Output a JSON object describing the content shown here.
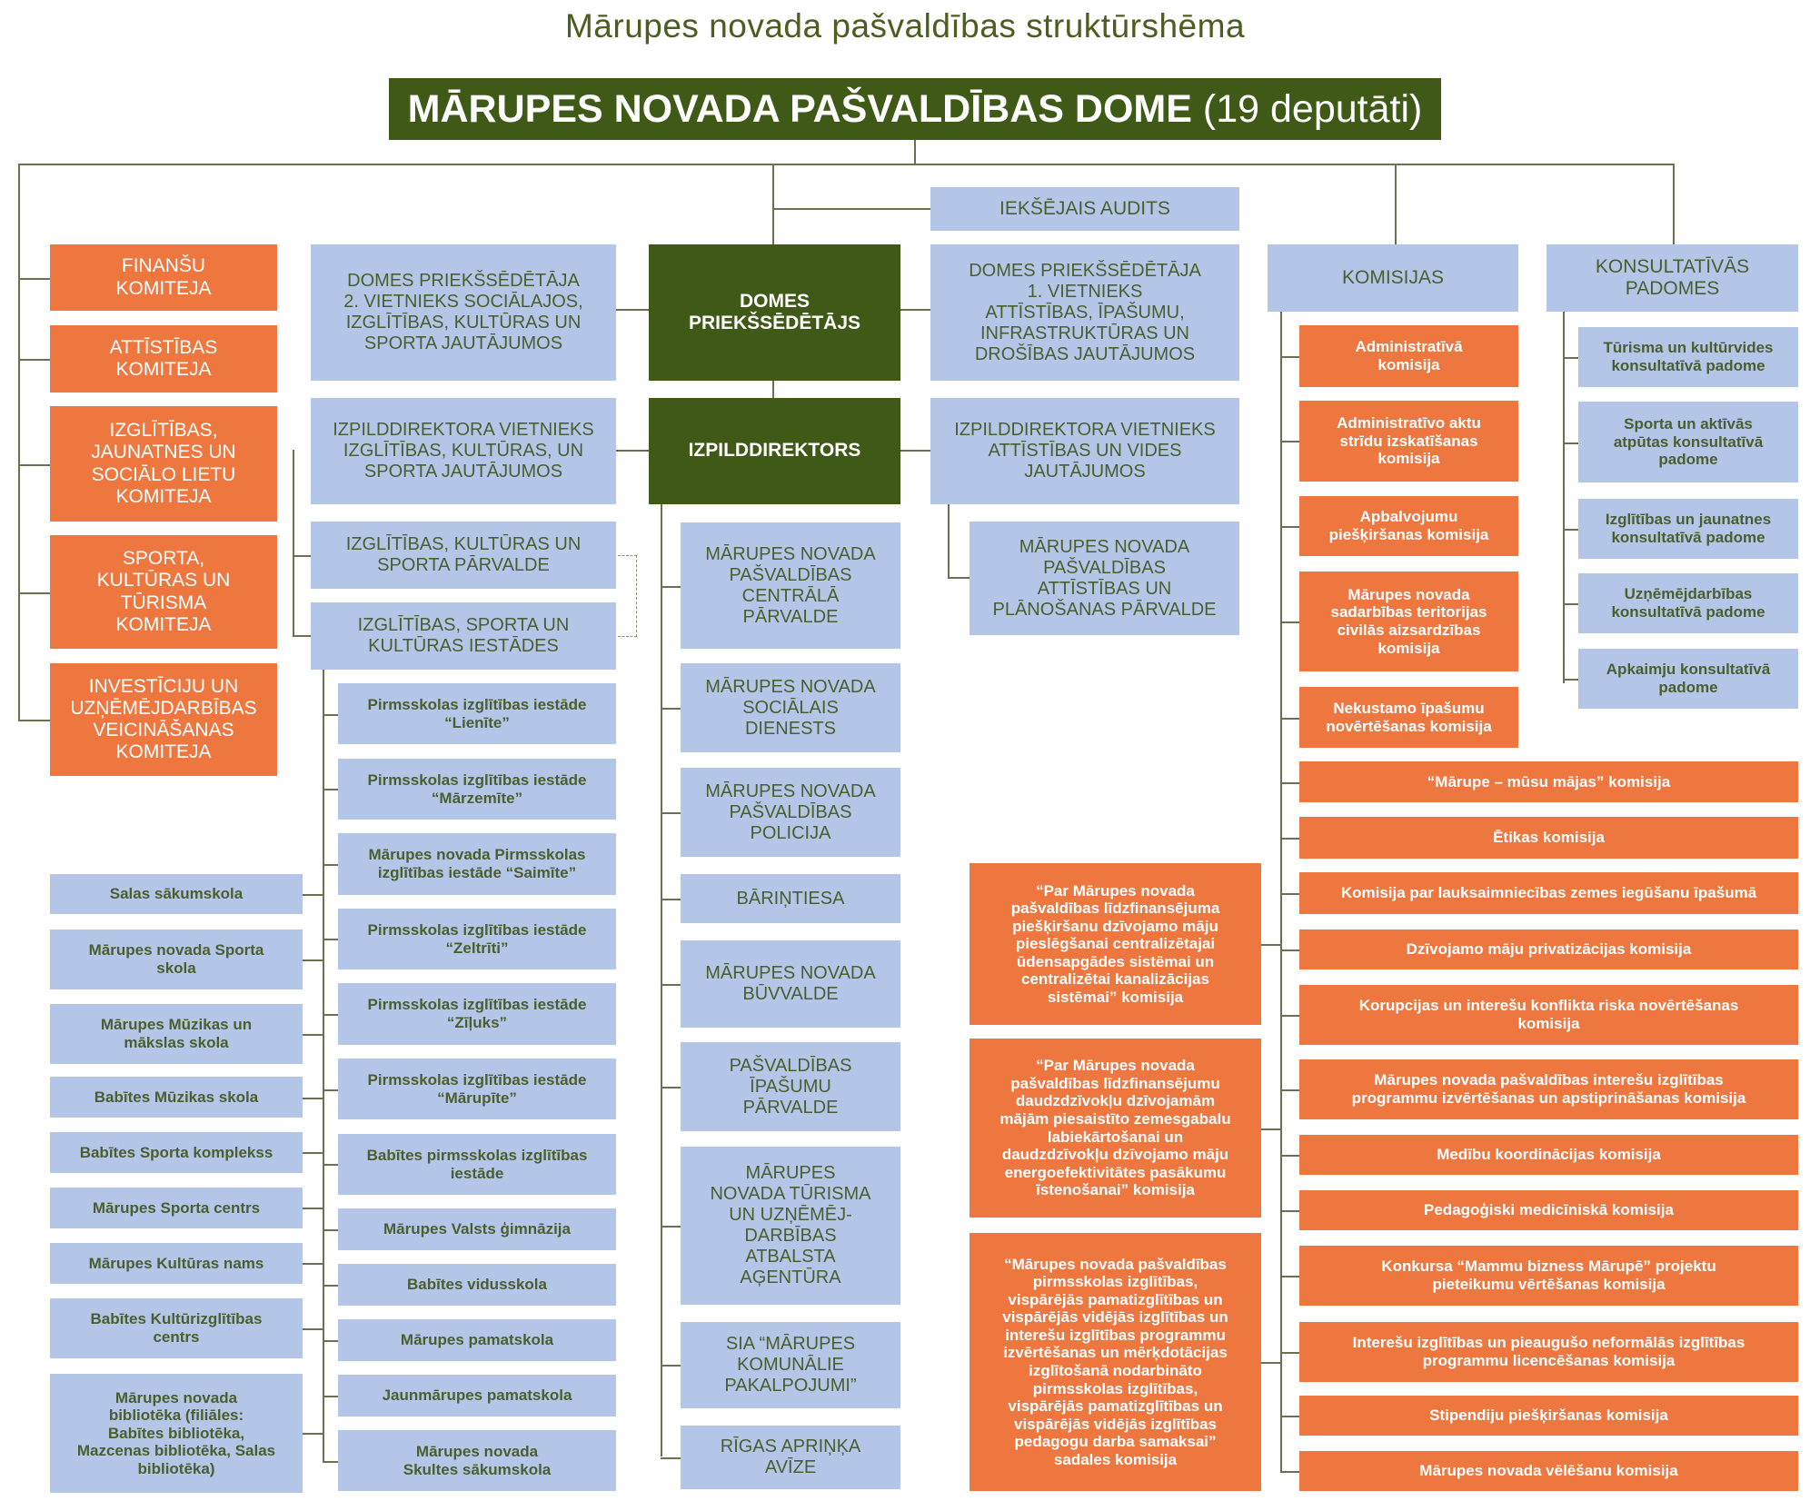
{
  "title": "Mārupes novada pašvaldības struktūrshēma",
  "dome": {
    "name": "MĀRUPES NOVADA PAŠVALDĪBAS DOME",
    "members": "(19 deputāti)"
  },
  "colors": {
    "dark_green": "#3f5a17",
    "orange": "#ee763f",
    "light_blue": "#b4c6e7"
  },
  "committees": [
    "FINANŠU\nKOMITEJA",
    "ATTĪSTĪBAS\nKOMITEJA",
    "IZGLĪTĪBAS,\nJAUNATNES UN\nSOCIĀLO LIETU\nKOMITEJA",
    "SPORTA,\nKULTŪRAS UN\nTŪRISMA\nKOMITEJA",
    "INVESTĪCIJU UN\nUZŅĒMĒJDARBĪBAS\nVEICINĀŠANAS\nKOMITEJA"
  ],
  "leadership": {
    "internal_audit": "IEKŠĒJAIS AUDITS",
    "chair": "DOMES\nPRIEKŠSĒDĒTĀJS",
    "deputy2": "DOMES PRIEKŠSĒDĒTĀJA\n2. VIETNIEKS SOCIĀLAJOS,\nIZGLĪTĪBAS, KULTŪRAS UN\nSPORTA JAUTĀJUMOS",
    "deputy1": "DOMES PRIEKŠSĒDĒTĀJA\n1. VIETNIEKS\nATTĪSTĪBAS, ĪPAŠUMU,\nINFRASTRUKTŪRAS UN\nDROŠĪBAS JAUTĀJUMOS",
    "executive": "IZPILDDIREKTORS",
    "exec_deputy_edu": "IZPILDDIREKTORA VIETNIEKS\nIZGLĪTĪBAS, KULTŪRAS, UN\nSPORTA JAUTĀJUMOS",
    "exec_deputy_dev": "IZPILDDIREKTORA VIETNIEKS\nATTĪSTĪBAS UN VIDES\nJAUTĀJUMOS",
    "edu_admin": "IZGLĪTĪBAS, KULTŪRAS UN\nSPORTA PĀRVALDE",
    "edu_institutions": "IZGLĪTĪBAS, SPORTA UN\nKULTŪRAS IESTĀDES",
    "dev_admin": "MĀRUPES NOVADA\nPAŠVALDĪBAS\nATTĪSTĪBAS UN\nPLĀNOŠANAS PĀRVALDE",
    "commissions": "KOMISIJAS",
    "councils": "KONSULTATĪVĀS\nPADOMES"
  },
  "central_units": [
    "MĀRUPES NOVADA\nPAŠVALDĪBAS\nCENTRĀLĀ\nPĀRVALDE",
    "MĀRUPES NOVADA\nSOCIĀLAIS\nDIENESTS",
    "MĀRUPES NOVADA\nPAŠVALDĪBAS\nPOLICIJA",
    "BĀRIŅTIESA",
    "MĀRUPES NOVADA\nBŪVVALDE",
    "PAŠVALDĪBAS\nĪPAŠUMU\nPĀRVALDE",
    "MĀRUPES\nNOVADA TŪRISMA\nUN UZŅĒMĒJ-\nDARBĪBAS\nATBALSTA\nAĢENTŪRA",
    "SIA “MĀRUPES\nKOMUNĀLIE\nPAKALPOJUMI”",
    "RĪGAS APRIŅĶA\nAVĪZE"
  ],
  "schools": [
    "Pirmsskolas izglītības iestāde\n“Lienīte”",
    "Pirmsskolas izglītības iestāde\n“Mārzemīte”",
    "Mārupes novada Pirmsskolas\nizglītības iestāde “Saimīte”",
    "Pirmsskolas izglītības iestāde\n“Zeltrīti”",
    "Pirmsskolas izglītības iestāde\n“Zīļuks”",
    "Pirmsskolas izglītības iestāde\n“Mārupīte”",
    "Babītes pirmsskolas izglītības\niestāde",
    "Mārupes Valsts ģimnāzija",
    "Babītes vidusskola",
    "Mārupes pamatskola",
    "Jaunmārupes pamatskola",
    "Mārupes novada\nSkultes sākumskola"
  ],
  "other_institutions": [
    "Salas sākumskola",
    "Mārupes novada Sporta\nskola",
    "Mārupes Mūzikas un\nmākslas skola",
    "Babītes Mūzikas skola",
    "Babītes Sporta komplekss",
    "Mārupes Sporta centrs",
    "Mārupes Kultūras nams",
    "Babītes Kultūrizglītības\ncentrs",
    "Mārupes novada\nbibliotēka (filiāles:\nBabītes bibliotēka,\nMazcenas bibliotēka, Salas\nbibliotēka)"
  ],
  "commissions_small": [
    "Administratīvā\nkomisija",
    "Administratīvo aktu\nstrīdu izskatīšanas\nkomisija",
    "Apbalvojumu\npiešķiršanas komisija",
    "Mārupes novada\nsadarbības teritorijas\ncivilās aizsardzības\nkomisija",
    "Nekustamo īpašumu\nnovērtēšanas komisija"
  ],
  "commissions_wide": [
    "“Mārupe – mūsu mājas” komisija",
    "Ētikas komisija",
    "Komisija par lauksaimniecības zemes iegūšanu īpašumā",
    "Dzīvojamo māju privatizācijas komisija",
    "Korupcijas un interešu konflikta riska novērtēšanas\nkomisija",
    "Mārupes novada pašvaldības interešu izglītības\nprogrammu izvērtēšanas un apstiprināšanas komisija",
    "Medību koordinācijas komisija",
    "Pedagoģiski medicīniskā komisija",
    "Konkursa “Mammu bizness Mārupē” projektu\npieteikumu vērtēšanas komisija",
    "Interešu izglītības un pieaugušo neformālās izglītības\nprogrammu licencēšanas komisija",
    "Stipendiju piešķiršanas komisija",
    "Mārupes novada vēlēšanu komisija"
  ],
  "commissions_funding": [
    "“Par Mārupes novada\npašvaldības līdzfinansējuma\npiešķiršanu dzīvojamo māju\npieslēgšanai centralizētajai\nūdensapgādes sistēmai un\ncentralizētai kanalizācijas\nsistēmai” komisija",
    "“Par Mārupes novada\npašvaldības līdzfinansējumu\ndaudzdzīvokļu dzīvojamām\nmājām piesaistīto zemesgabalu\nlabiekārtošanai un\ndaudzdzīvokļu dzīvojamo māju\nenergoefektivitātes pasākumu\nīstenošanai” komisija",
    "“Mārupes novada pašvaldības\npirmsskolas izglītības,\nvispārējās pamatizglītības un\nvispārējās vidējās izglītības un\ninterešu izglītības programmu\nizvērtēšanas un mērķdotācijas\nizglītošanā nodarbināto\npirmsskolas  izglītības,\nvispārējās pamatizglītības un\nvispārējās vidējās izglītības\npedagogu darba samaksai”\nsadales komisija"
  ],
  "councils": [
    "Tūrisma un kultūrvides\nkonsultatīvā padome",
    "Sporta un aktīvās\natpūtas konsultatīvā\npadome",
    "Izglītības un jaunatnes\nkonsultatīvā padome",
    "Uzņēmējdarbības\nkonsultatīvā padome",
    "Apkaimju konsultatīvā\npadome"
  ]
}
